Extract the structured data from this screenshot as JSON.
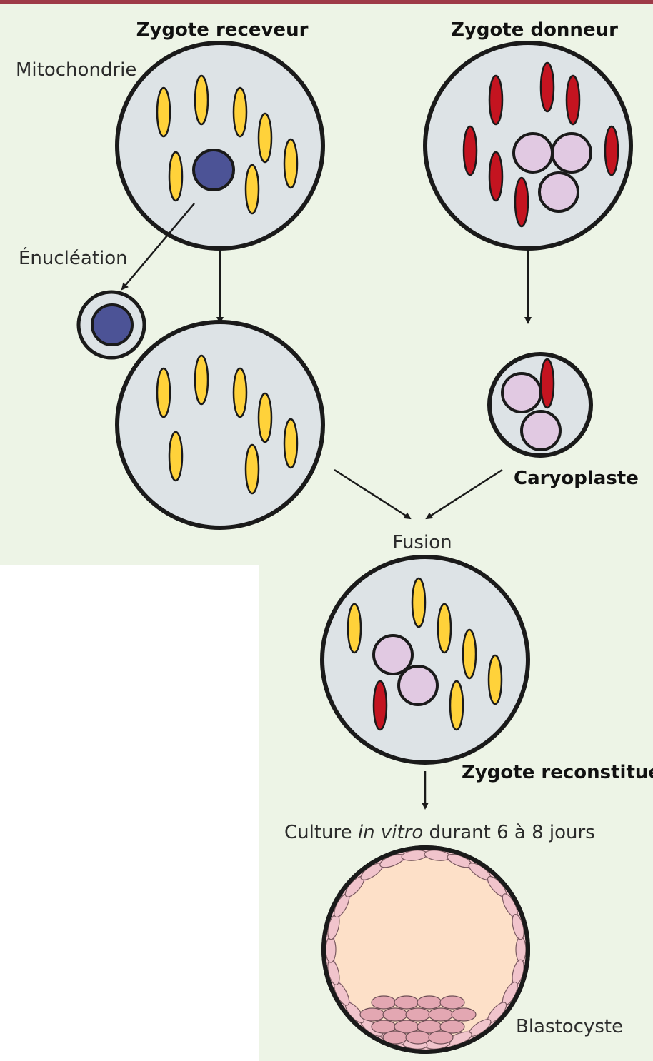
{
  "labels": {
    "recipient_zygote": "Zygote receveur",
    "donor_zygote": "Zygote donneur",
    "mitochondria": "Mitochondrie",
    "enucleation": "Énucléation",
    "karyoplast": "Caryoplaste",
    "fusion": "Fusion",
    "reconstituted_zygote": "Zygote reconstitué",
    "culture_prefix": "Culture ",
    "culture_italic": "in vitro",
    "culture_suffix": " durant 6 à 8 jours",
    "blastocyst": "Blastocyste"
  },
  "colors": {
    "panel_background": "#edf4e6",
    "top_bar": "#9e3a48",
    "cell_fill": "#dde3e6",
    "recipient_mitochondria": "#ffd23a",
    "donor_mitochondria": "#c41420",
    "pronucleus": "#e1c9e2",
    "recipient_nucleus": "#4c5396",
    "blastocoel": "#fde0c8",
    "trophectoderm": "#f1c4cc"
  }
}
